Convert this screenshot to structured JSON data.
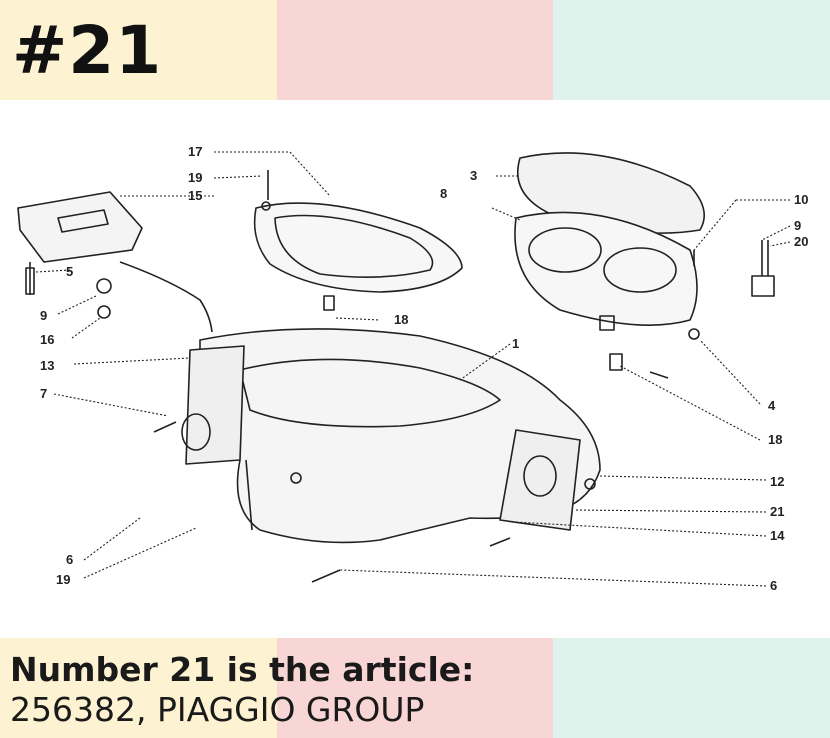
{
  "header": {
    "number_label": "#21",
    "colors": [
      "#fdf3d2",
      "#f9d6d6",
      "#dff2ec"
    ]
  },
  "caption": {
    "line1": "Number 21 is the article:",
    "line2": "256382, PIAGGIO GROUP"
  },
  "diagram": {
    "callouts": {
      "c17": "17",
      "c19a": "19",
      "c15": "15",
      "c5": "5",
      "c9a": "9",
      "c16": "16",
      "c13": "13",
      "c7": "7",
      "c6a": "6",
      "c19b": "19",
      "c18a": "18",
      "c3": "3",
      "c8": "8",
      "c10": "10",
      "c9b": "9",
      "c20": "20",
      "c1": "1",
      "c4": "4",
      "c18b": "18",
      "c12": "12",
      "c21": "21",
      "c14": "14",
      "c6b": "6"
    }
  }
}
